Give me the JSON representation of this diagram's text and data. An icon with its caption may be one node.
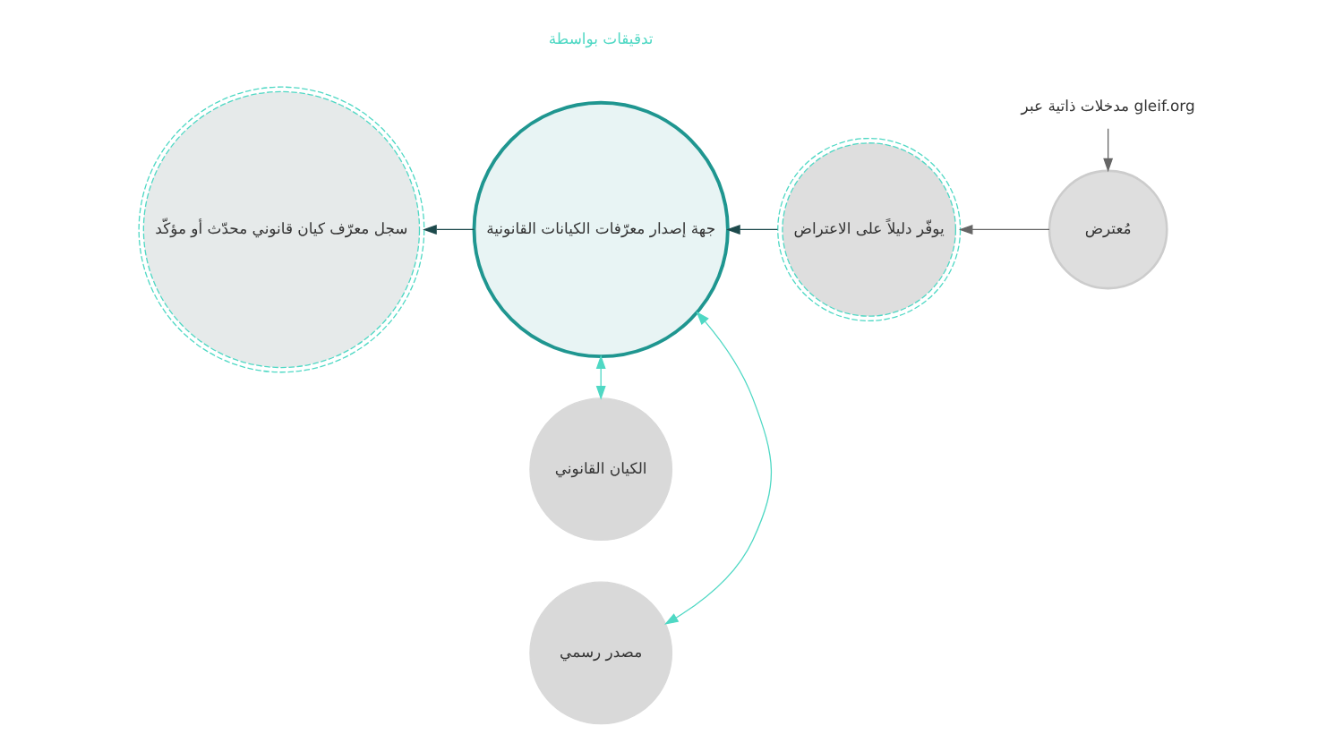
{
  "diagram": {
    "nodes": [
      {
        "text": [
          "سجل معرّف كيان قانوني محدّث أو مؤكّد"
        ]
      },
      {
        "text": [
          "جهة إصدار معرّفات الكيانات القانونية"
        ]
      },
      {
        "text": [
          "يوفّر دليلاً على الاعتراض"
        ]
      },
      {
        "text": [
          "مُعترض"
        ]
      },
      {
        "text": [
          "مدخلات ذاتية عبر gleif.org"
        ]
      },
      {
        "text": [
          "مصدر رسمي"
        ]
      },
      {
        "text": [
          "الكيان القانوني"
        ]
      }
    ],
    "edges": [
      {
        "from": 1,
        "to": 0,
        "arrow": "to"
      },
      {
        "from": 2,
        "to": 1,
        "arrow": "to"
      },
      {
        "from": 3,
        "to": 2,
        "arrow": "to",
        "color": "#666666"
      },
      {
        "from": 4,
        "to": 3,
        "arrow": "to",
        "color": "#666666"
      },
      {
        "from": 1,
        "to": 5,
        "arrow": "both",
        "color": "#4fd8c4"
      },
      {
        "from": 1,
        "to": 6,
        "arrow": "both",
        "color": "#4fd8c4"
      }
    ],
    "labels": [
      "تدقيقات بواسطة"
    ]
  }
}
